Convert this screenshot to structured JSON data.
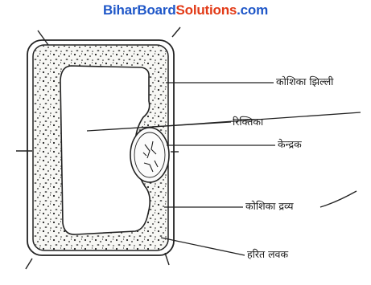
{
  "watermark": {
    "part1": "BiharBoard",
    "part2": "Solutions",
    "part3": ".com"
  },
  "labels": {
    "cell_membrane": "कोशिका झिल्ली",
    "vacuole": "रिक्तिका",
    "nucleus": "केन्द्रक",
    "cytoplasm": "कोशिका द्रव्य",
    "chloroplast": "हरित लवक"
  },
  "colors": {
    "watermark_blue": "#1f57c8",
    "watermark_red": "#e23a17",
    "ink": "#1a1a1a"
  }
}
